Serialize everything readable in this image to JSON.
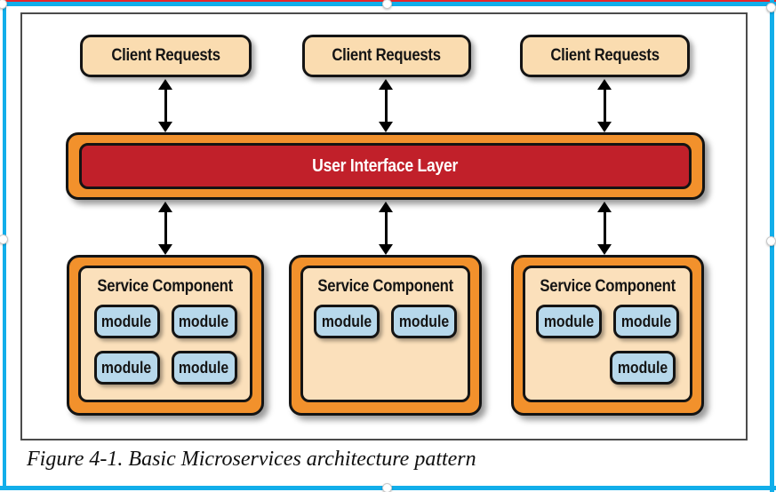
{
  "caption": "Figure 4-1. Basic Microservices architecture pattern",
  "diagram": {
    "client_requests": [
      {
        "label": "Client Requests"
      },
      {
        "label": "Client Requests"
      },
      {
        "label": "Client Requests"
      }
    ],
    "ui_layer_label": "User Interface Layer",
    "service_components": [
      {
        "title": "Service Component",
        "modules": [
          "module",
          "module",
          "module",
          "module"
        ]
      },
      {
        "title": "Service Component",
        "modules": [
          "module",
          "module"
        ]
      },
      {
        "title": "Service Component",
        "modules": [
          "module",
          "module",
          "module"
        ]
      }
    ]
  },
  "colors": {
    "box_tan": "#fadcb0",
    "box_orange": "#f2912c",
    "box_red": "#c1202a",
    "box_blue": "#b7d8eb",
    "outline_black": "#141414",
    "frame_gray": "#4b4b4b",
    "selection_cyan": "#12aeea",
    "selection_red_line": "#e8262b",
    "handle_white": "#ffffff"
  }
}
